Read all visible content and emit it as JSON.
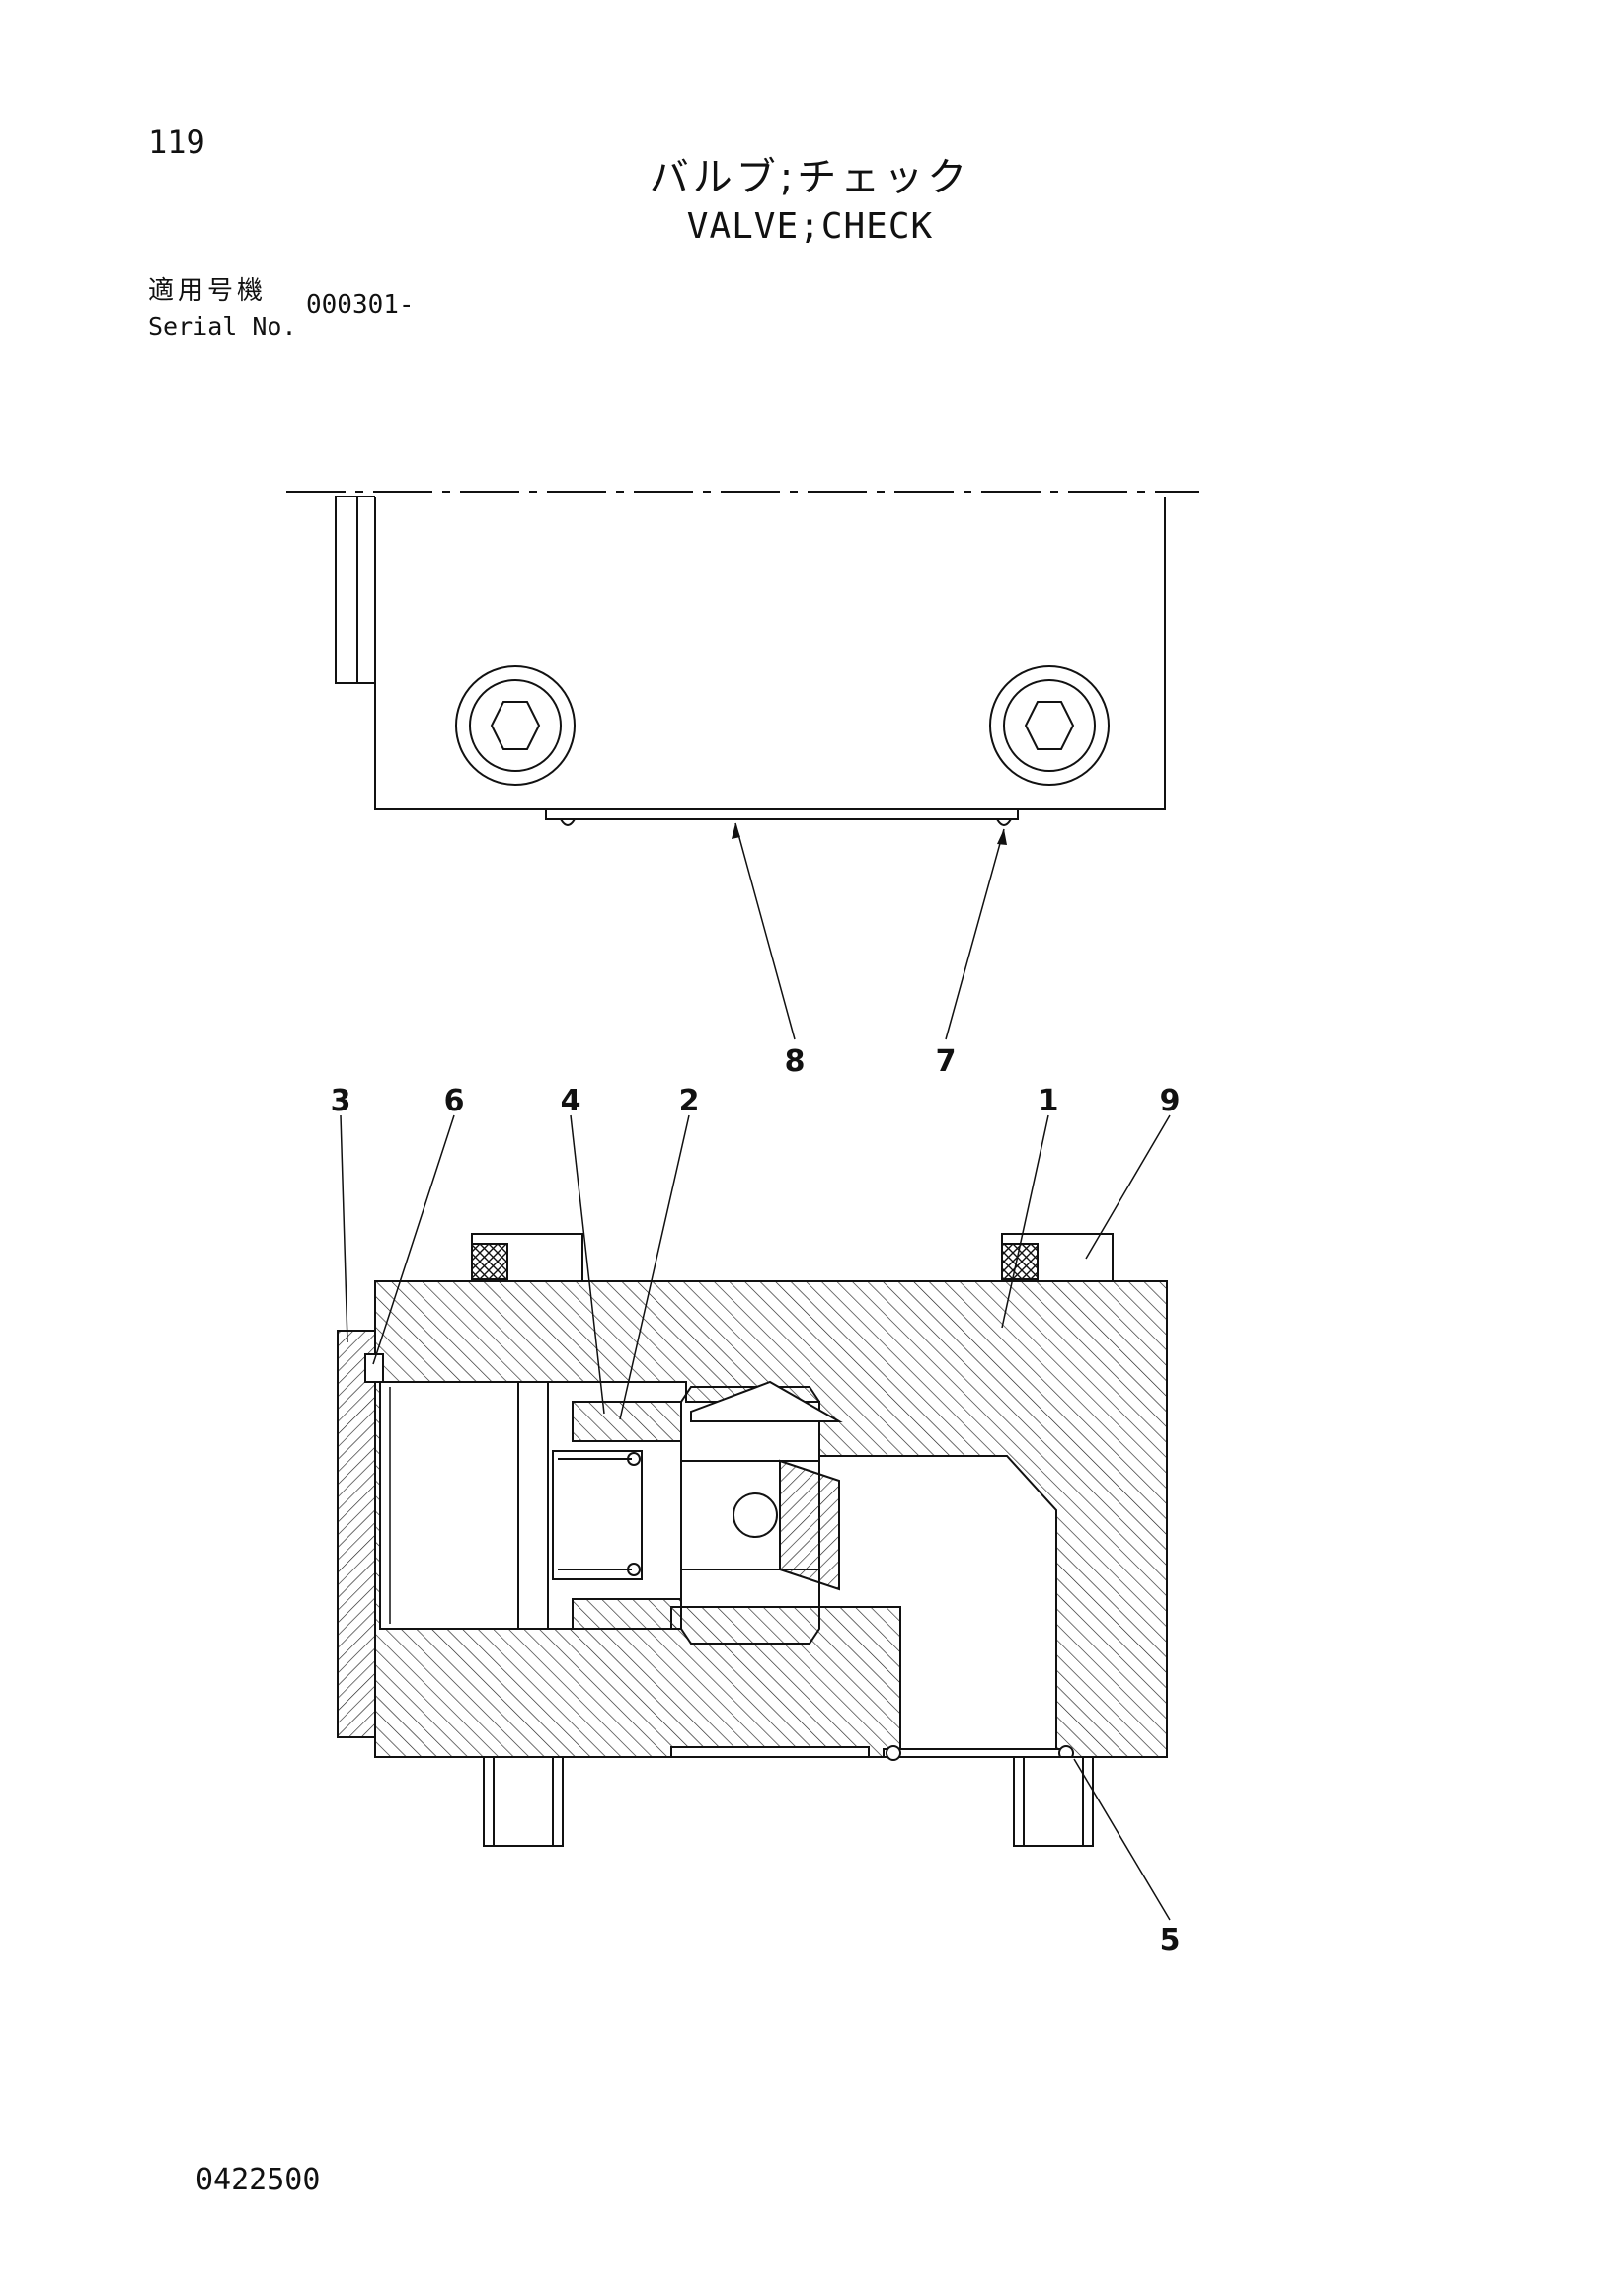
{
  "page_number": "119",
  "title_jp": "バルブ;チェック",
  "title_en": "VALVE;CHECK",
  "serial": {
    "label_jp": "適用号機",
    "label_en": "Serial No.",
    "value": "000301-"
  },
  "callouts": [
    "1",
    "2",
    "3",
    "4",
    "5",
    "6",
    "7",
    "8",
    "9"
  ],
  "doc_code": "0422500"
}
